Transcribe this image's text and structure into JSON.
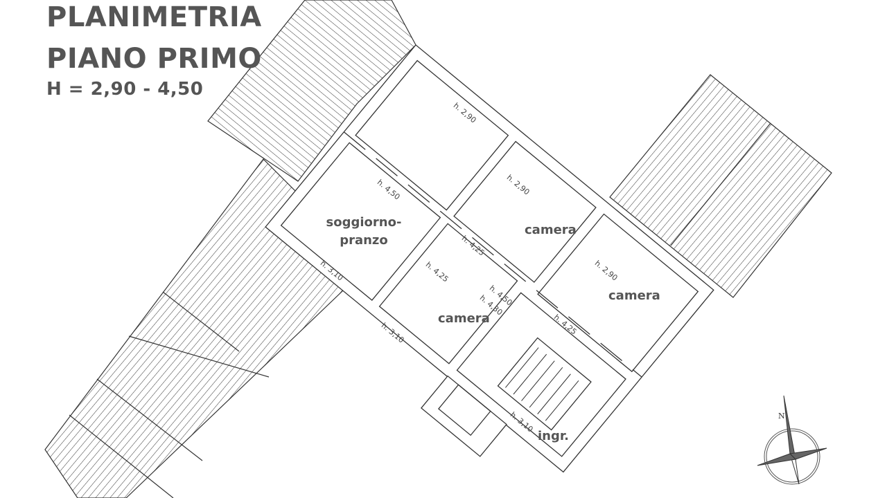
{
  "title": {
    "line1": "PLANIMETRIA",
    "line2": "PIANO PRIMO",
    "line3": "H = 2,90 - 4,50"
  },
  "rooms": {
    "living": "soggiorno-",
    "living2": "pranzo",
    "camera1": "camera",
    "camera2": "camera",
    "camera3": "camera",
    "entrance": "ingr."
  },
  "heights": [
    "h. 2,90",
    "h. 4,50",
    "h. 2,90",
    "h. 4,25",
    "h. 3,10",
    "h. 4,25",
    "h. 4,50",
    "h. 4,30",
    "h. 2,90",
    "h. 4,25",
    "h. 3,10",
    "h. 3,10"
  ],
  "compass": {
    "north": "N"
  },
  "colors": {
    "text": "#555555",
    "line": "#333333"
  }
}
